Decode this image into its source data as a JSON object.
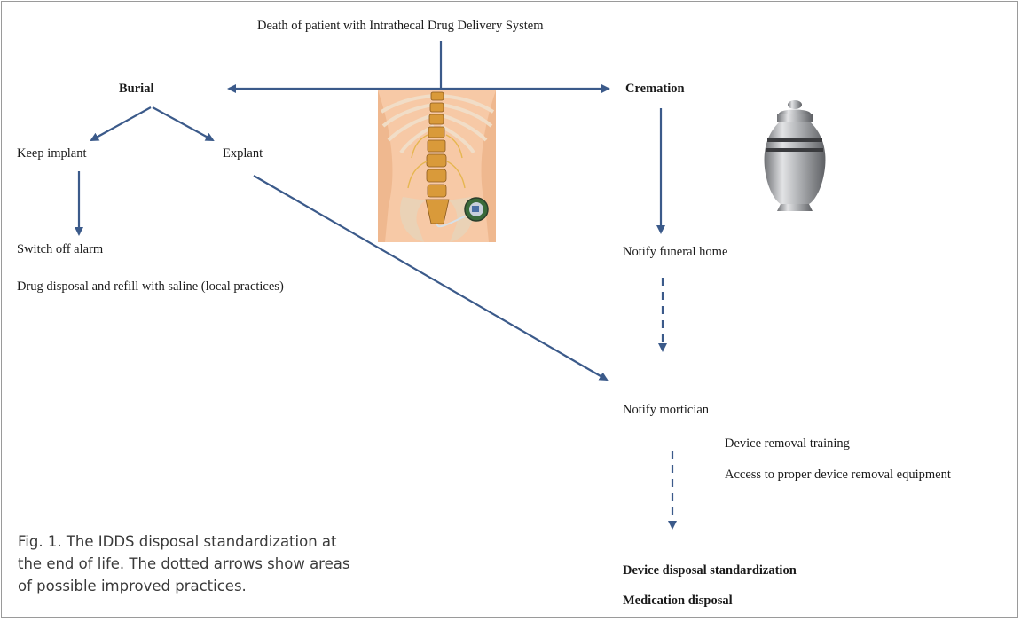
{
  "title": "Death of patient with Intrathecal Drug Delivery System",
  "burial": {
    "label": "Burial",
    "keep_implant": "Keep implant",
    "explant": "Explant",
    "switch_off_alarm": "Switch off alarm",
    "drug_disposal": "Drug disposal and refill with saline  (local practices)"
  },
  "cremation": {
    "label": "Cremation",
    "notify_funeral_home": "Notify funeral home",
    "notify_mortician": "Notify mortician",
    "device_removal_training": "Device removal training",
    "access_equipment": "Access to proper device removal equipment",
    "device_disposal_standardization": "Device disposal standardization",
    "medication_disposal": "Medication disposal"
  },
  "caption": "Fig. 1. The IDDS disposal standardization at the end of life. The dotted arrows show areas of possible improved practices.",
  "colors": {
    "arrow": "#3b5a8a",
    "text": "#1a1a1a",
    "skin": "#f7c9a6",
    "urn": "#a7a9ac"
  },
  "icons": {
    "torso": "spine-torso-illustration",
    "urn": "cremation-urn-illustration"
  }
}
